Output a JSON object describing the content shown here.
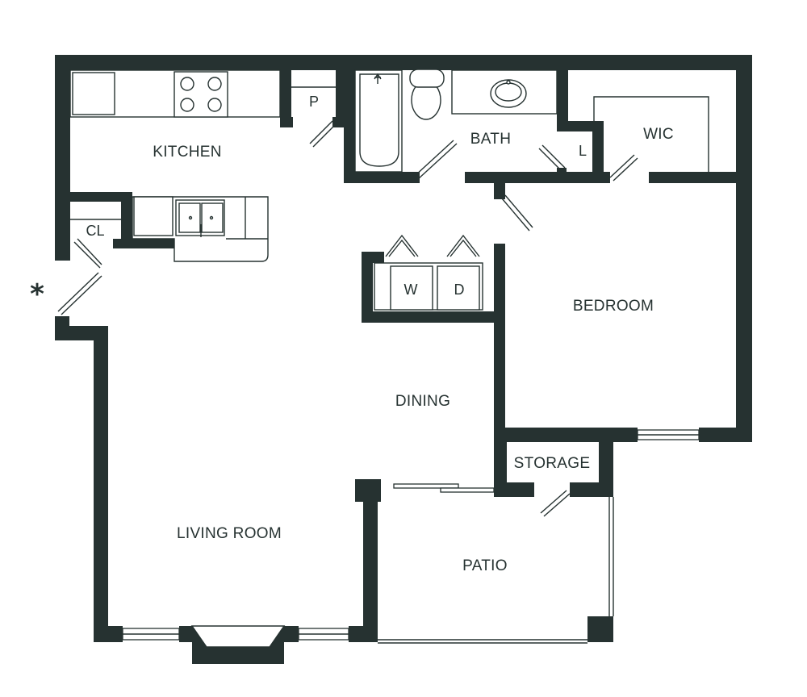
{
  "rooms": {
    "kitchen": "KITCHEN",
    "pantry": "P",
    "bath": "BATH",
    "linen": "L",
    "wic": "WIC",
    "closet": "CL",
    "washer": "W",
    "dryer": "D",
    "bedroom": "BEDROOM",
    "dining": "DINING",
    "storage": "STORAGE",
    "living_room": "LIVING ROOM",
    "patio": "PATIO"
  },
  "marker": "*",
  "colors": {
    "wall": "#263231",
    "background": "#ffffff"
  }
}
